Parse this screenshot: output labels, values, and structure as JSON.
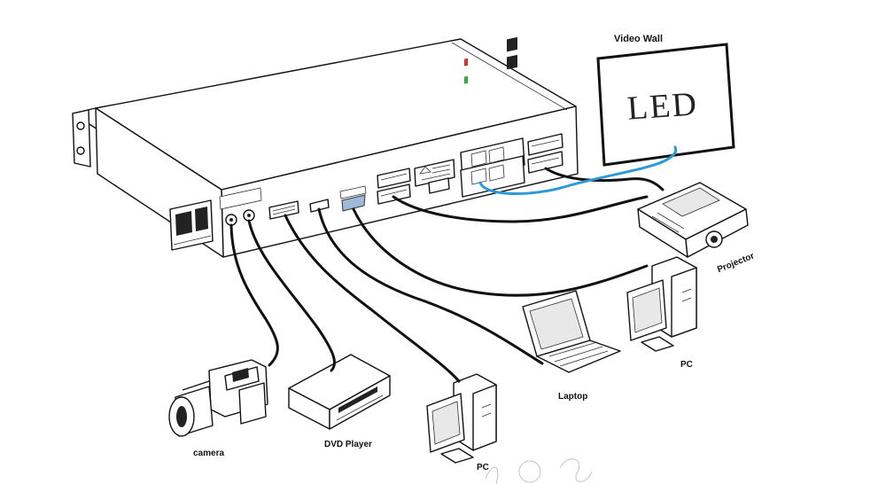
{
  "labels": {
    "video_wall": "Video Wall",
    "led": "LED",
    "projector": "Projector",
    "pc_right": "PC",
    "laptop": "Laptop",
    "pc_center": "PC",
    "dvd_player": "DVD Player",
    "camera": "camera"
  },
  "colors": {
    "cable": "#111111",
    "led_link": "#2b9bd8"
  }
}
